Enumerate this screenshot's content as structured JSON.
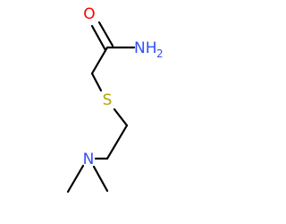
{
  "molecule": {
    "atoms": {
      "oxygen": "O",
      "amide_nitrogen": "NH",
      "amide_nitrogen_subscript": "2",
      "sulfur": "S",
      "amine_nitrogen": "N"
    },
    "colors": {
      "bond": "#000000",
      "oxygen": "#ff0000",
      "nitrogen": "#3050f8",
      "sulfur": "#b5a400",
      "background": "#ffffff"
    }
  }
}
